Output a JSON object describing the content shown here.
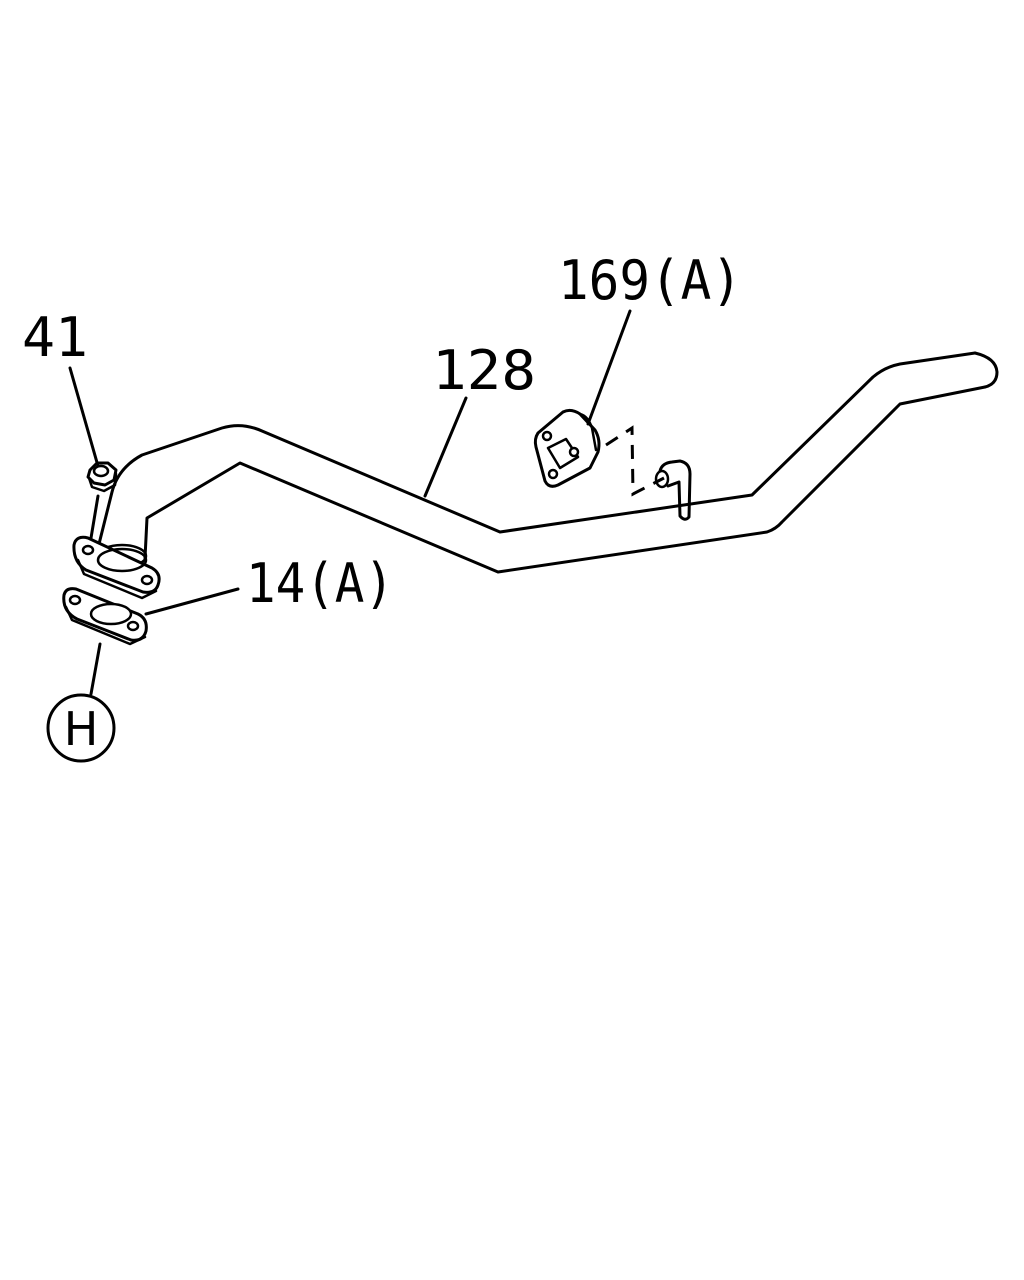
{
  "diagram": {
    "labels": {
      "nut": "41",
      "pipe": "128",
      "bracket": "169(A)",
      "gasket": "14(A)"
    },
    "connector_letter": "H"
  }
}
